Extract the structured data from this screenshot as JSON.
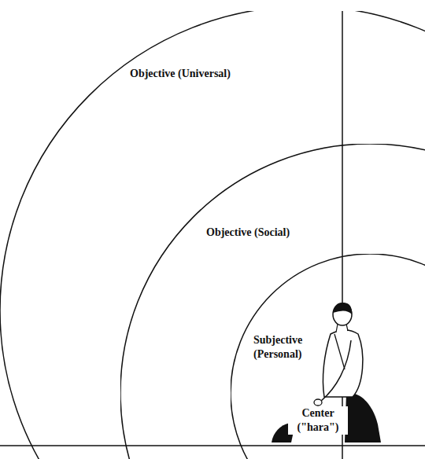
{
  "diagram": {
    "nodes": [
      {
        "text": [
          "Objective (Universal)"
        ]
      },
      {
        "text": [
          "Objective (Social)"
        ],
        "in": 0
      },
      {
        "text": [
          "Subjective (Personal)"
        ],
        "in": 1
      }
    ],
    "labels": [
      "Center (\"hara\")"
    ]
  }
}
